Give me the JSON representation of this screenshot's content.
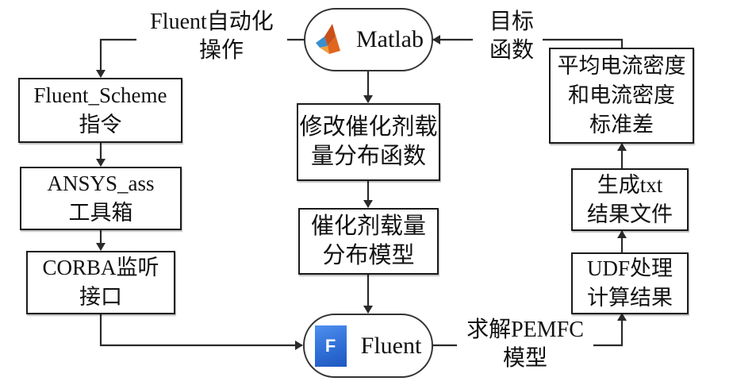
{
  "diagram": {
    "nodes": {
      "matlab": {
        "label": "Matlab",
        "icon": "matlab-logo-icon"
      },
      "fluent": {
        "label": "Fluent",
        "icon": "fluent-logo-icon",
        "icon_letter": "F"
      },
      "fluent_scheme": {
        "lines": [
          "Fluent_Scheme",
          "指令"
        ]
      },
      "ansys_ass": {
        "lines": [
          "ANSYS_ass",
          "工具箱"
        ]
      },
      "corba": {
        "lines": [
          "CORBA监听",
          "接口"
        ]
      },
      "modify_func": {
        "lines": [
          "修改催化剂载",
          "量分布函数"
        ]
      },
      "catalyst_model": {
        "lines": [
          "催化剂载量",
          "分布模型"
        ]
      },
      "udf": {
        "lines": [
          "UDF处理",
          "计算结果"
        ]
      },
      "txt_file": {
        "lines": [
          "生成txt",
          "结果文件"
        ]
      },
      "current_density": {
        "lines": [
          "平均电流密度",
          "和电流密度",
          "标准差"
        ]
      }
    },
    "edge_labels": {
      "fluent_automation": [
        "Fluent自动化",
        "操作"
      ],
      "objective_function": [
        "目标",
        "函数"
      ],
      "solve_pemfc": [
        "求解PEMFC",
        "模型"
      ]
    },
    "edges": [
      {
        "from": "matlab",
        "to": "fluent_scheme",
        "label": "fluent_automation"
      },
      {
        "from": "fluent_scheme",
        "to": "ansys_ass"
      },
      {
        "from": "ansys_ass",
        "to": "corba"
      },
      {
        "from": "corba",
        "to": "fluent"
      },
      {
        "from": "matlab",
        "to": "modify_func"
      },
      {
        "from": "modify_func",
        "to": "catalyst_model"
      },
      {
        "from": "catalyst_model",
        "to": "fluent"
      },
      {
        "from": "fluent",
        "to": "udf",
        "label": "solve_pemfc"
      },
      {
        "from": "udf",
        "to": "txt_file"
      },
      {
        "from": "txt_file",
        "to": "current_density"
      },
      {
        "from": "current_density",
        "to": "matlab",
        "label": "objective_function"
      }
    ],
    "colors": {
      "stroke": "#2a2a2a",
      "fluent_blue": "#2f6fd6",
      "matlab_orange": "#e0651e",
      "matlab_blue": "#3a8fd0"
    }
  }
}
